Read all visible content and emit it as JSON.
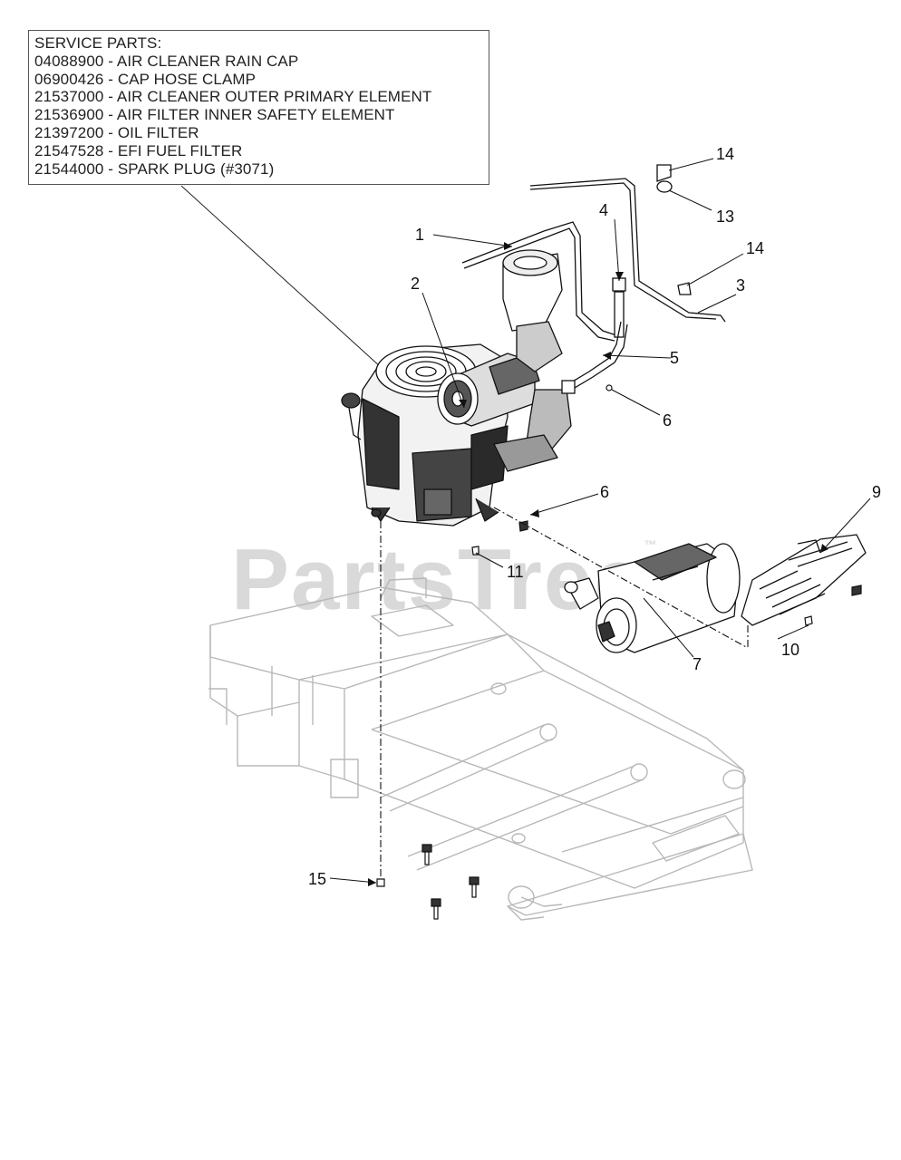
{
  "service_parts": {
    "heading": "SERVICE PARTS:",
    "items": [
      "04088900 - AIR CLEANER RAIN CAP",
      "06900426 - CAP HOSE CLAMP",
      "21537000 - AIR CLEANER OUTER PRIMARY ELEMENT",
      "21536900 - AIR FILTER INNER SAFETY ELEMENT",
      "21397200 - OIL FILTER",
      "21547528 - EFI FUEL FILTER",
      "21544000 - SPARK PLUG (#3071)"
    ]
  },
  "callouts": {
    "c1": "1",
    "c2": "2",
    "c3": "3",
    "c4": "4",
    "c5": "5",
    "c6a": "6",
    "c6b": "6",
    "c7": "7",
    "c9": "9",
    "c10": "10",
    "c11": "11",
    "c13": "13",
    "c14a": "14",
    "c14b": "14",
    "c15": "15"
  },
  "watermark": {
    "text": "PartsTree",
    "tm": "™"
  }
}
